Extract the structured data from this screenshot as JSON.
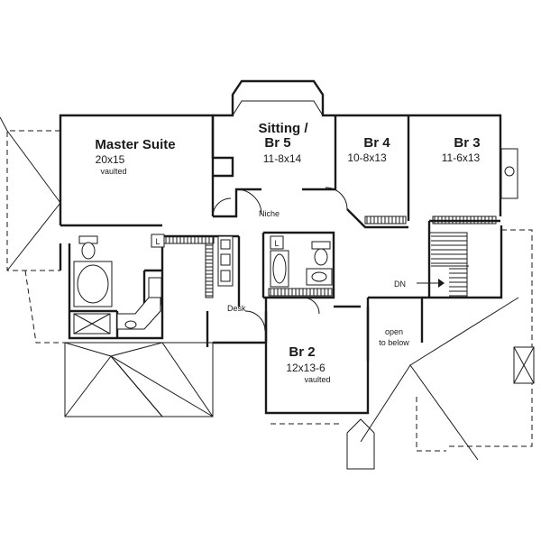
{
  "rooms": {
    "master_suite": {
      "name": "Master Suite",
      "size": "20x15",
      "note": "vaulted"
    },
    "sitting": {
      "name_line1": "Sitting /",
      "name_line2": "Br 5",
      "size": "11-8x14"
    },
    "br4": {
      "name": "Br 4",
      "size": "10-8x13"
    },
    "br3": {
      "name": "Br 3",
      "size": "11-6x13"
    },
    "br2": {
      "name": "Br 2",
      "size": "12x13-6",
      "note": "vaulted"
    }
  },
  "labels": {
    "niche": "Niche",
    "desk": "Desk",
    "dn": "DN",
    "open_line1": "open",
    "open_line2": "to below",
    "linen_1": "L",
    "linen_2": "L"
  }
}
